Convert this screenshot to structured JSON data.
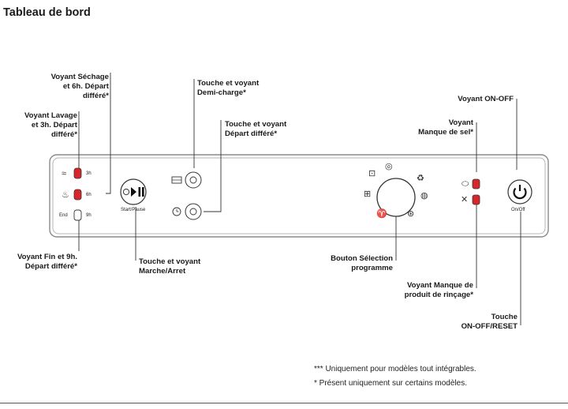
{
  "title": "Tableau de bord",
  "labels": {
    "sechage": [
      "Voyant Séchage",
      "et 6h. Départ",
      "différé*"
    ],
    "lavage": [
      "Voyant Lavage",
      "et 3h. Départ",
      "différé*"
    ],
    "fin": [
      "Voyant Fin et 9h.",
      "Départ différé*"
    ],
    "marche": [
      "Touche et voyant",
      "Marche/Arret"
    ],
    "demi": [
      "Touche et voyant",
      "Demi-charge*"
    ],
    "depart": [
      "Touche et voyant",
      "Départ différé*"
    ],
    "onoff": [
      "Voyant ON-OFF"
    ],
    "sel": [
      "Voyant",
      "Manque de sel*"
    ],
    "selection": [
      "Bouton Sélection",
      "programme"
    ],
    "rincage": [
      "Voyant Manque de",
      "produit de rinçage*"
    ],
    "reset": [
      "Touche",
      "ON-OFF/RESET"
    ]
  },
  "panel": {
    "led_3h": "3h",
    "led_6h": "6h",
    "led_9h": "9h",
    "end": "End",
    "start_pause": "Start/Pause",
    "on_off": "On/Off"
  },
  "notes": {
    "note1": "*** Uniquement pour modèles tout intégrables.",
    "note2": "* Présent uniquement sur certains modèles."
  },
  "colors": {
    "led_red": "#d7262b",
    "panel_border": "#8a8a8a"
  }
}
